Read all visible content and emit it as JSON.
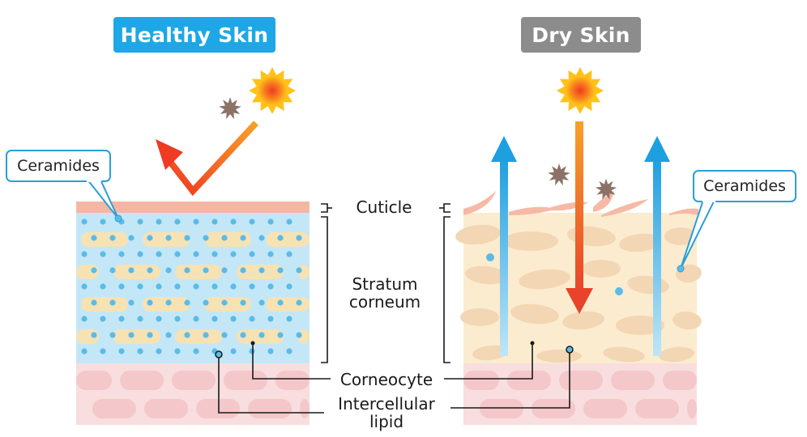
{
  "titles": {
    "healthy": "Healthy Skin",
    "dry": "Dry Skin"
  },
  "callouts": {
    "left": "Ceramides",
    "right": "Ceramides"
  },
  "labels": {
    "cuticle": "Cuticle",
    "stratum_line1": "Stratum",
    "stratum_line2": "corneum",
    "corneocyte": "Corneocyte",
    "lipid_line1": "Intercellular",
    "lipid_line2": "lipid"
  },
  "colors": {
    "healthy_badge": "#1ea7e6",
    "dry_badge": "#8c8c8c",
    "lipid_blue": "#bfe6f7",
    "lipid_dot": "#5bbbe8",
    "corneocyte_cream": "#f7e2b3",
    "cuticle_pink": "#f5b6a4",
    "dermis_pink": "#f8dede",
    "dermis_cell": "#f4c7ca",
    "dry_base": "#fbeccf",
    "dry_cell": "#f3d6b3",
    "arrow_blue": "#1e9fe0",
    "arrow_red": "#e8432b",
    "arrow_orange": "#f58a24",
    "sun_yellow": "#ffc21a",
    "sun_red": "#ef3b1f",
    "irritant_brown": "#8c7266"
  }
}
